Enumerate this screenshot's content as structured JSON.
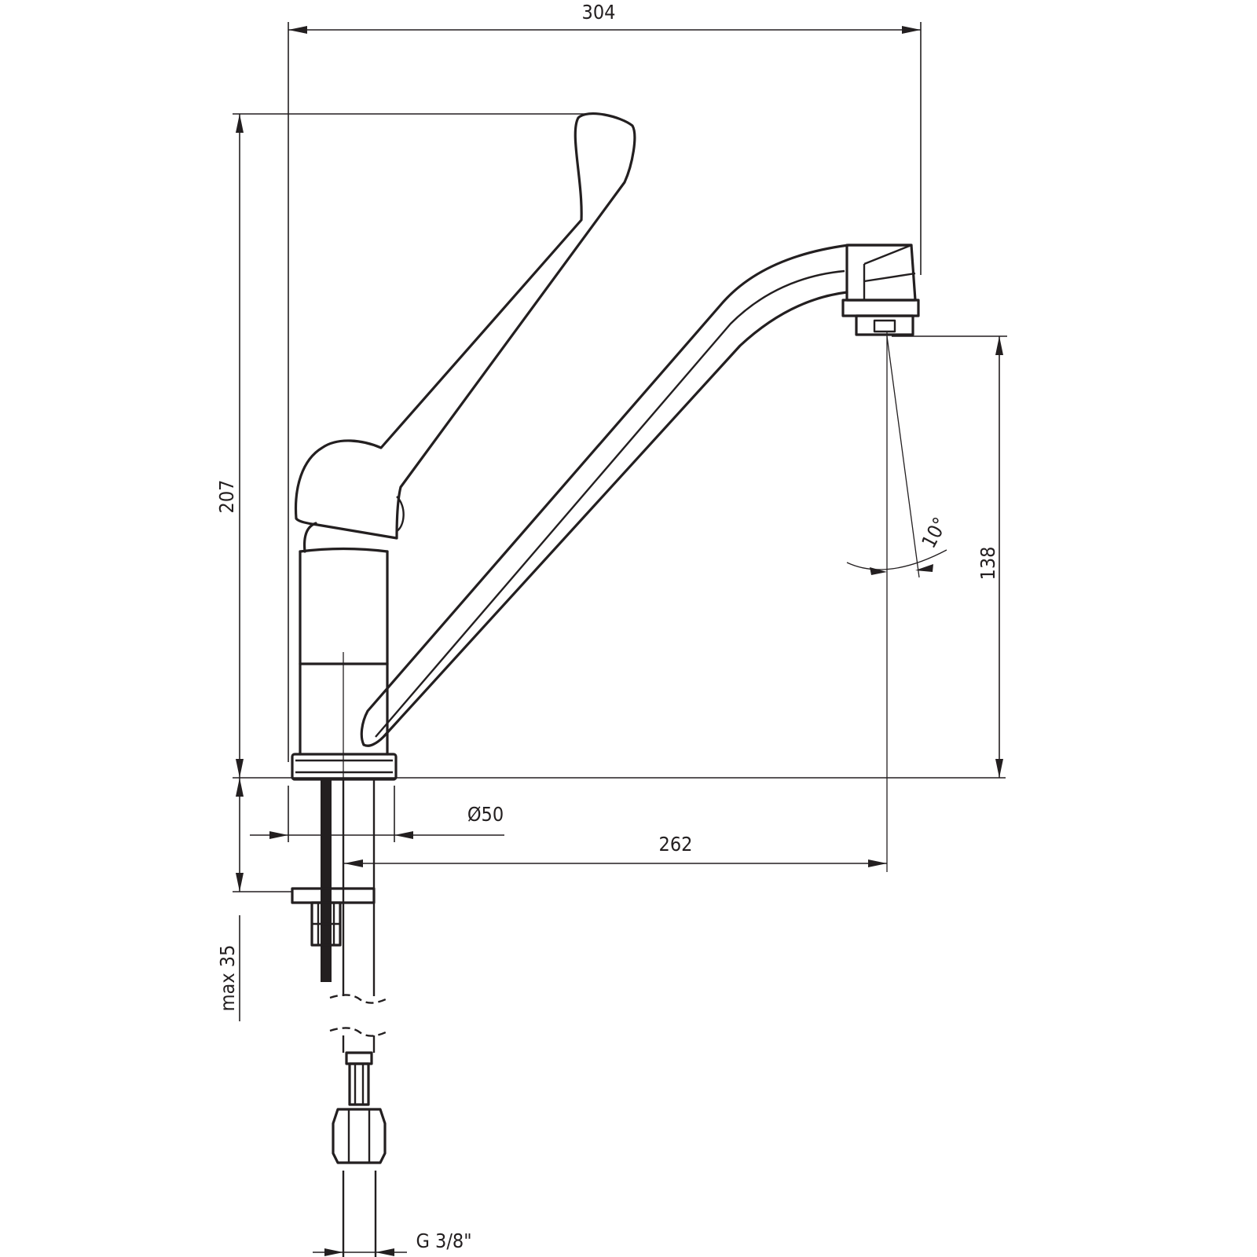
{
  "drawing": {
    "subject": "single-lever faucet with long lever handle",
    "line_color": "#231f20",
    "background": "#ffffff"
  },
  "dimensions": {
    "overall_width": "304",
    "overall_height": "207",
    "spout_height": "138",
    "spout_angle": "10°",
    "base_diameter": "Ø50",
    "spout_reach": "262",
    "counter_thickness": "max 35",
    "connection": "G 3/8\""
  }
}
